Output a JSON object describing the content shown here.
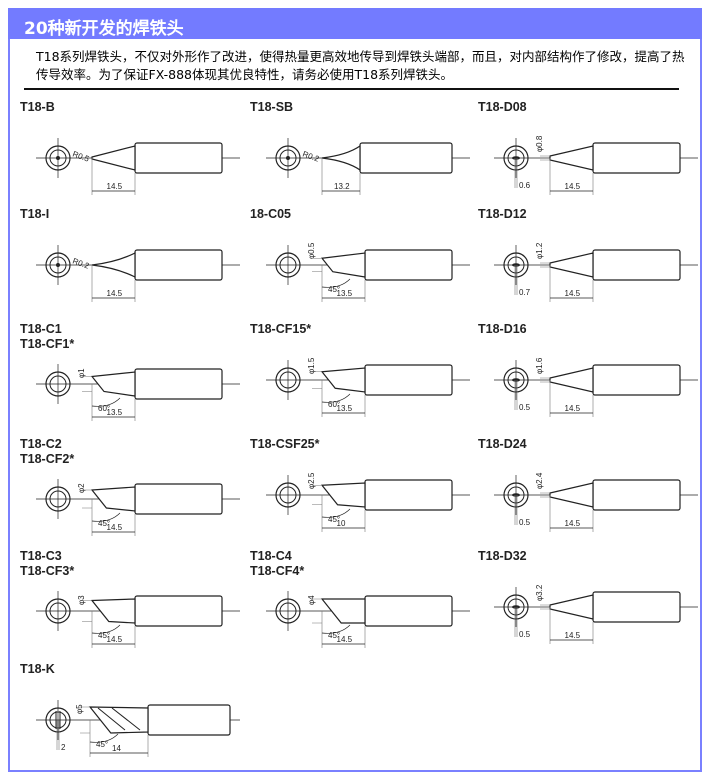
{
  "header": {
    "title": "20种新开发的焊铁头"
  },
  "intro": {
    "text": "T18系列焊铁头，不仅对外形作了改进，使得热量更高效地传导到焊铁头端部，而且，对内部结构作了修改，提高了热传导效率。为了保证FX-888体现其优良特性，请务必使用T18系列焊铁头。"
  },
  "tips": [
    {
      "labels": [
        "T18-B"
      ],
      "type": "B",
      "length": "14.5",
      "radius": "R0.5"
    },
    {
      "labels": [
        "T18-SB"
      ],
      "type": "SB",
      "length": "13.2",
      "radius": "R0.2"
    },
    {
      "labels": [
        "T18-D08"
      ],
      "type": "D",
      "length": "14.5",
      "diameter": "φ0.8",
      "width": "0.6"
    },
    {
      "labels": [
        "T18-I"
      ],
      "type": "I",
      "length": "14.5",
      "radius": "R0.2"
    },
    {
      "labels": [
        "18-C05"
      ],
      "type": "C",
      "length": "13.5",
      "diameter": "φ0.5",
      "angle": "45°"
    },
    {
      "labels": [
        "T18-D12"
      ],
      "type": "D",
      "length": "14.5",
      "diameter": "φ1.2",
      "width": "0.7"
    },
    {
      "labels": [
        "T18-C1",
        "T18-CF1*"
      ],
      "type": "C",
      "length": "13.5",
      "diameter": "φ1",
      "angle": "60°"
    },
    {
      "labels": [
        "T18-CF15*"
      ],
      "type": "C",
      "length": "13.5",
      "diameter": "φ1.5",
      "angle": "60°"
    },
    {
      "labels": [
        "T18-D16"
      ],
      "type": "D",
      "length": "14.5",
      "diameter": "φ1.6",
      "width": "0.5"
    },
    {
      "labels": [
        "T18-C2",
        "T18-CF2*"
      ],
      "type": "C",
      "length": "14.5",
      "diameter": "φ2",
      "angle": "45°"
    },
    {
      "labels": [
        "T18-CSF25*"
      ],
      "type": "C",
      "length": "10",
      "diameter": "φ2.5",
      "angle": "45°"
    },
    {
      "labels": [
        "T18-D24"
      ],
      "type": "D",
      "length": "14.5",
      "diameter": "φ2.4",
      "width": "0.5"
    },
    {
      "labels": [
        "T18-C3",
        "T18-CF3*"
      ],
      "type": "C",
      "length": "14.5",
      "diameter": "φ3",
      "angle": "45°"
    },
    {
      "labels": [
        "T18-C4",
        "T18-CF4*"
      ],
      "type": "C",
      "length": "14.5",
      "diameter": "φ4",
      "angle": "45°"
    },
    {
      "labels": [
        "T18-D32"
      ],
      "type": "D",
      "length": "14.5",
      "diameter": "φ3.2",
      "width": "0.5"
    },
    {
      "labels": [
        "T18-K"
      ],
      "type": "K",
      "length": "14",
      "diameter": "φ5",
      "angle": "45°",
      "width": "2"
    }
  ]
}
